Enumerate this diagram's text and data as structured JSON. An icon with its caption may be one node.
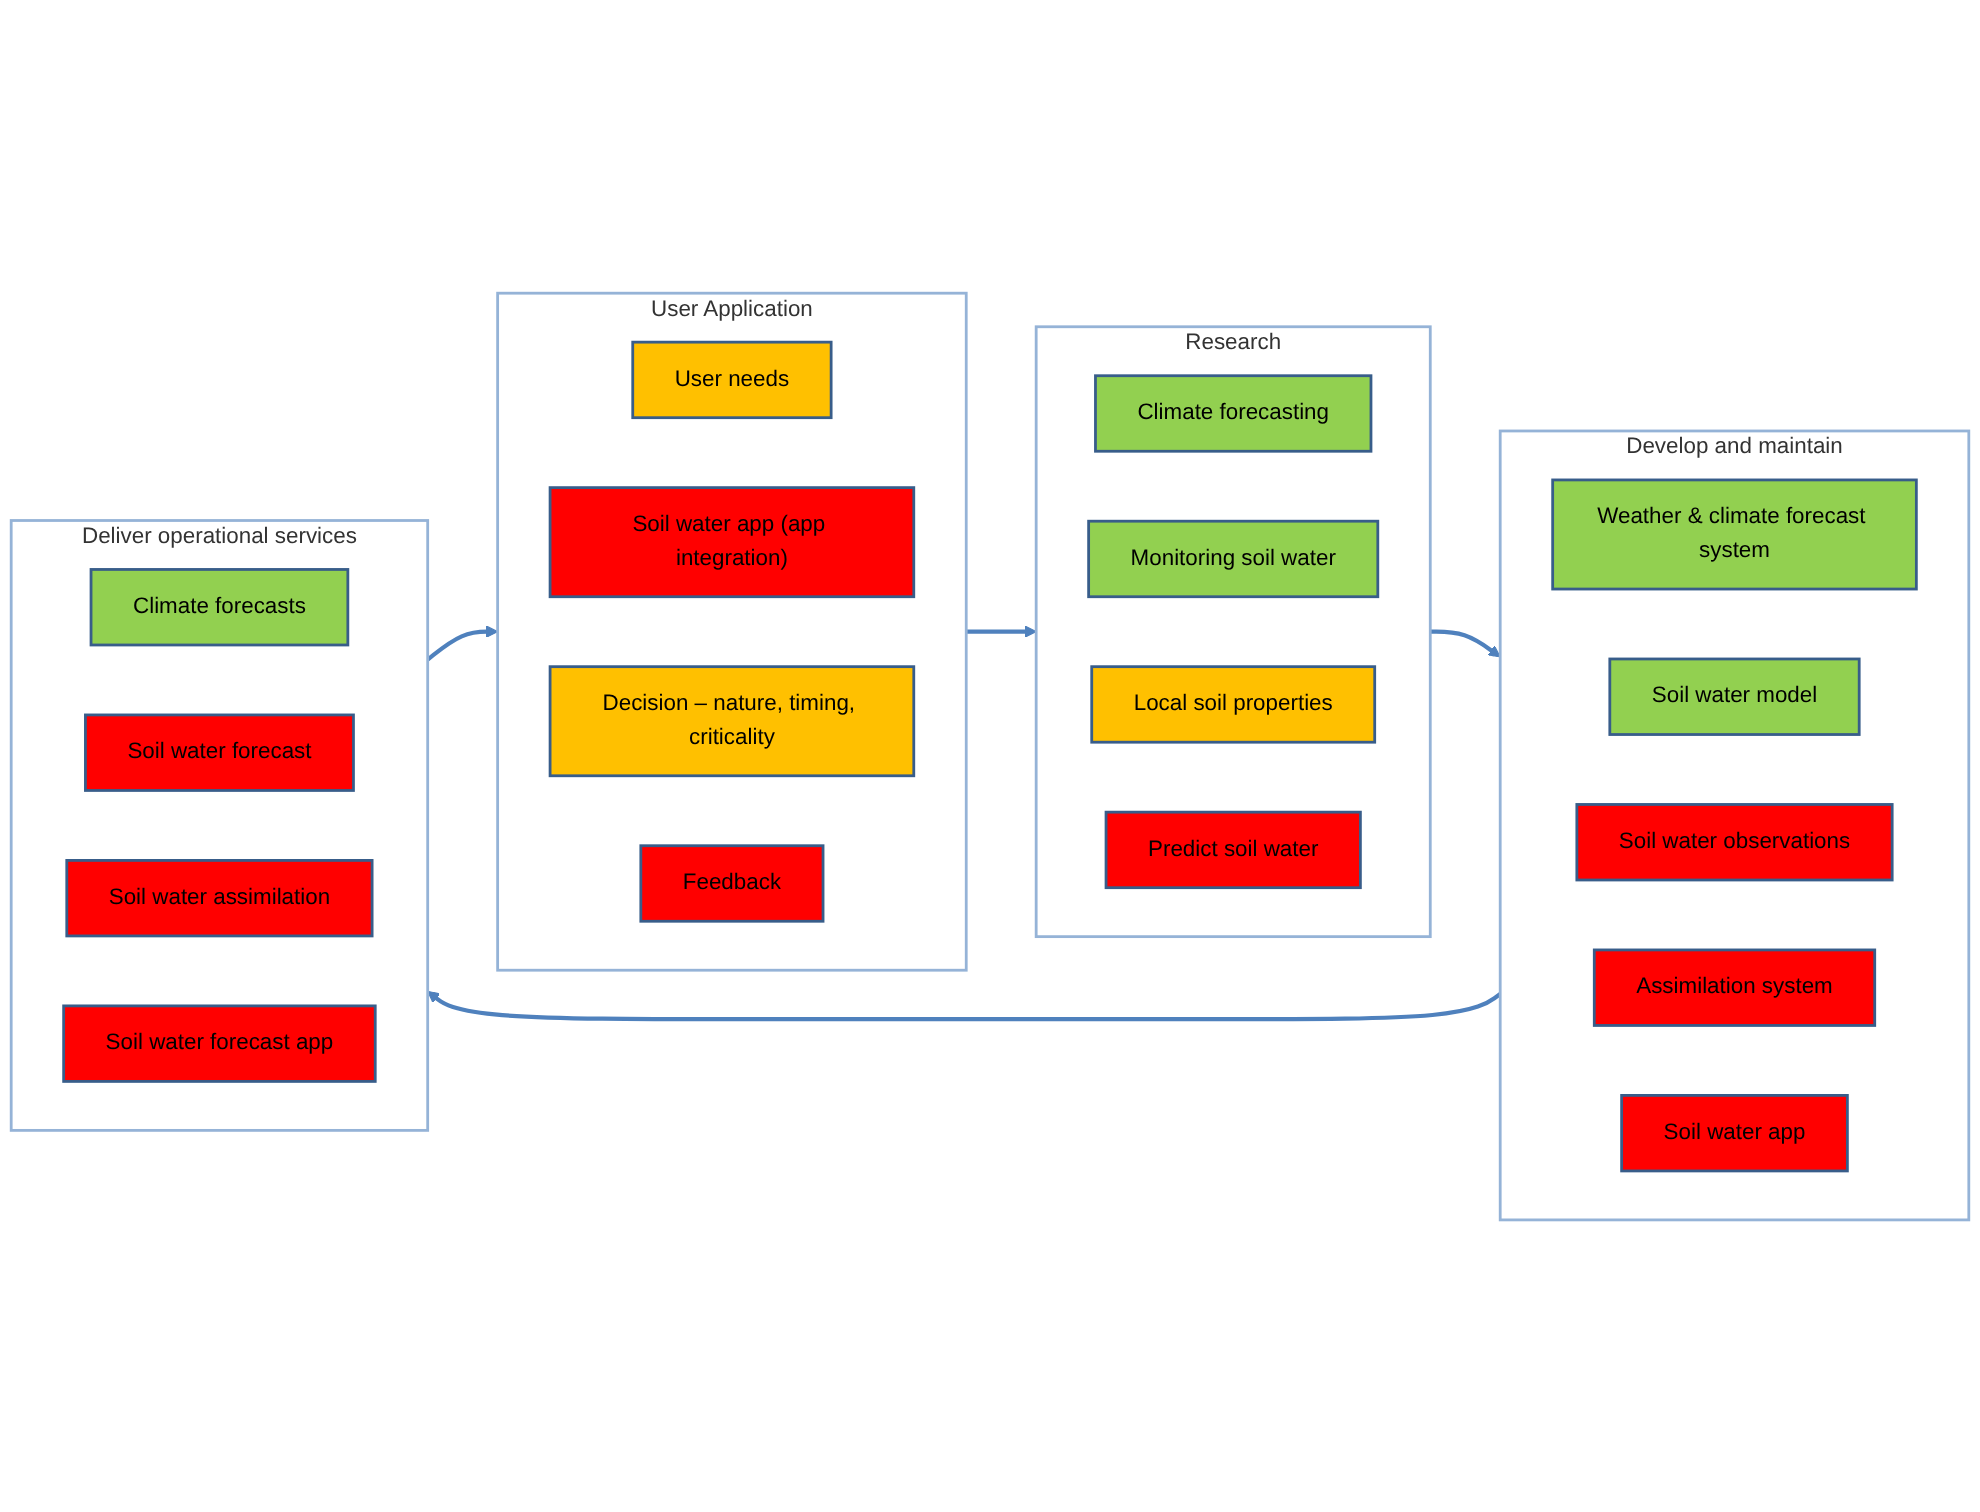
{
  "diagram": {
    "nodes": [
      {
        "text": [
          "User Application"
        ]
      },
      {
        "text": [
          "User needs"
        ],
        "in": 0
      },
      {
        "text": [
          "Soil water app (app integration)"
        ],
        "in": 0
      },
      {
        "text": [
          "Decision – nature, timing, criticality"
        ],
        "in": 0
      },
      {
        "text": [
          "Feedback"
        ],
        "in": 0
      },
      {
        "text": [
          "Research"
        ]
      },
      {
        "text": [
          "Climate forecasting"
        ],
        "in": 5
      },
      {
        "text": [
          "Monitoring soil water"
        ],
        "in": 5
      },
      {
        "text": [
          "Local soil properties"
        ],
        "in": 5
      },
      {
        "text": [
          "Predict soil water"
        ],
        "in": 5
      },
      {
        "text": [
          "Develop and maintain"
        ]
      },
      {
        "text": [
          "Weather & climate forecast system"
        ],
        "in": 10
      },
      {
        "text": [
          "Soil water model"
        ],
        "in": 10
      },
      {
        "text": [
          "Soil water observations"
        ],
        "in": 10
      },
      {
        "text": [
          "Assimilation system"
        ],
        "in": 10
      },
      {
        "text": [
          "Soil water app"
        ],
        "in": 10
      },
      {
        "text": [
          "Deliver operational services"
        ]
      },
      {
        "text": [
          "Climate forecasts"
        ],
        "in": 16
      },
      {
        "text": [
          "Soil water forecast"
        ],
        "in": 16
      },
      {
        "text": [
          "Soil water assimilation"
        ],
        "in": 16
      },
      {
        "text": [
          "Soil water forecast app"
        ],
        "in": 16
      }
    ],
    "edges": [
      {
        "from": 0,
        "to": 5,
        "arrow": "to"
      },
      {
        "from": 5,
        "to": 10,
        "arrow": "to"
      },
      {
        "from": 10,
        "to": 16,
        "arrow": "to"
      },
      {
        "from": 16,
        "to": 0,
        "arrow": "to"
      }
    ]
  }
}
